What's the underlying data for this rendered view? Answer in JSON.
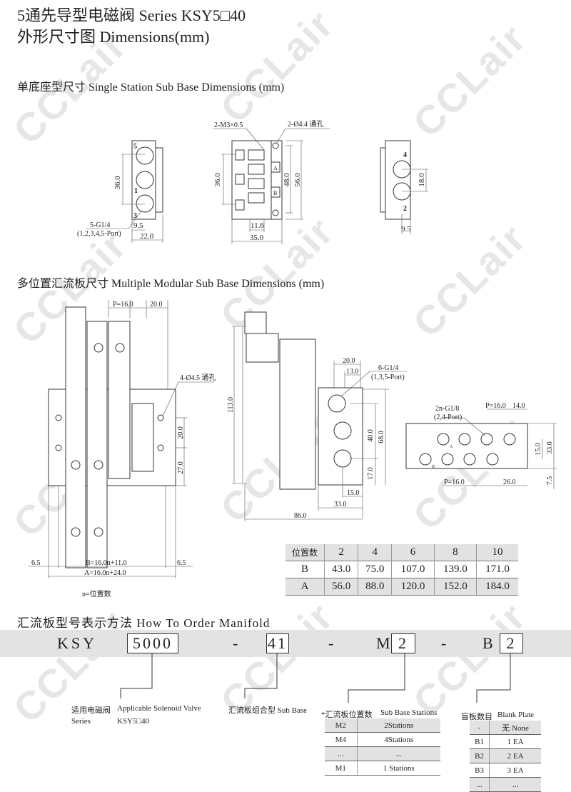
{
  "watermark": "CCLair",
  "title_line1": "5通先导型电磁阀 Series KSY5□40",
  "title_line2": "外形尺寸图 Dimensions(mm)",
  "single": {
    "heading": "单底座型尺寸 Single Station Sub Base Dimensions (mm)",
    "left": {
      "d36": "36.0",
      "ports": "5-G1/4",
      "ports_sub": "(1,2,3,4,5-Port)",
      "d95": "9.5",
      "d22": "22.0",
      "p5": "5",
      "p1": "1",
      "p3": "3"
    },
    "mid": {
      "m3": "2-M3×0.5",
      "hole": "2-Ø4.4 通孔",
      "d36": "36.0",
      "d48": "48.0",
      "d56": "56.0",
      "d116": "11.6",
      "d35": "35.0",
      "pa": "A",
      "pb": "B"
    },
    "right": {
      "d18": "18.0",
      "d95": "9.5",
      "p4": "4",
      "p2": "2"
    }
  },
  "multi": {
    "heading": "多位置汇流板尺寸 Multiple Modular Sub Base Dimensions (mm)",
    "front": {
      "pitch": "P=16.0",
      "d20top": "20.0",
      "hole": "4-Ø4.5 通孔",
      "d20": "20.0",
      "d27": "27.0",
      "d65l": "6.5",
      "d65r": "6.5",
      "b": "B=16.0n+11.0",
      "a": "A=16.0n+24.0",
      "n": "n=位置数"
    },
    "side": {
      "d113": "113.0",
      "d20": "20.0",
      "d13": "13.0",
      "ports": "6-G1/4",
      "ports_sub": "(1,3,5-Port)",
      "d40": "40.0",
      "d68": "68.0",
      "d17": "17.0",
      "d15": "15.0",
      "d33": "33.0",
      "d86": "86.0"
    },
    "top": {
      "ports": "2n-G1/8",
      "ports_sub": "(2,4-Port)",
      "pitch_top": "P=16.0",
      "d14": "14.0",
      "d15": "15.0",
      "d33": "33.0",
      "d75": "7.5",
      "pitch_bot": "P=16.0",
      "d26": "26.0",
      "la": "A",
      "lb": "B"
    }
  },
  "dim_table": {
    "header": [
      "位置数",
      "2",
      "4",
      "6",
      "8",
      "10"
    ],
    "rows": [
      [
        "B",
        "43.0",
        "75.0",
        "107.0",
        "139.0",
        "171.0"
      ],
      [
        "A",
        "56.0",
        "88.0",
        "120.0",
        "152.0",
        "184.0"
      ]
    ]
  },
  "order": {
    "heading": "汇流板型号表示方法  How To Order Manifold",
    "prefix": "KSY",
    "series": "5000",
    "dash": "-",
    "base": "41",
    "m": "M",
    "m_val": "2",
    "b": "B",
    "b_val": "2",
    "valve_cn": "适用电磁阀",
    "valve_en": "Applicable Solenoid Valve",
    "valve_series_lbl": "Series",
    "valve_series": "KSY5□40",
    "subbase_lbl": "汇流板组合型 Sub Base",
    "stations_cn": "*汇流板位置数",
    "stations_en": "Sub Base Stations",
    "stations": [
      [
        "M2",
        "2Stations"
      ],
      [
        "M4",
        "4Stations"
      ],
      [
        "...",
        "..."
      ],
      [
        "M1",
        "1  Stations"
      ]
    ],
    "blank_cn": "盲板数目",
    "blank_en": "Blank Plate",
    "blanks": [
      [
        "-",
        "无 None"
      ],
      [
        "B1",
        "1 EA"
      ],
      [
        "B2",
        "2 EA"
      ],
      [
        "B3",
        "3 EA"
      ],
      [
        "...",
        "..."
      ]
    ]
  }
}
